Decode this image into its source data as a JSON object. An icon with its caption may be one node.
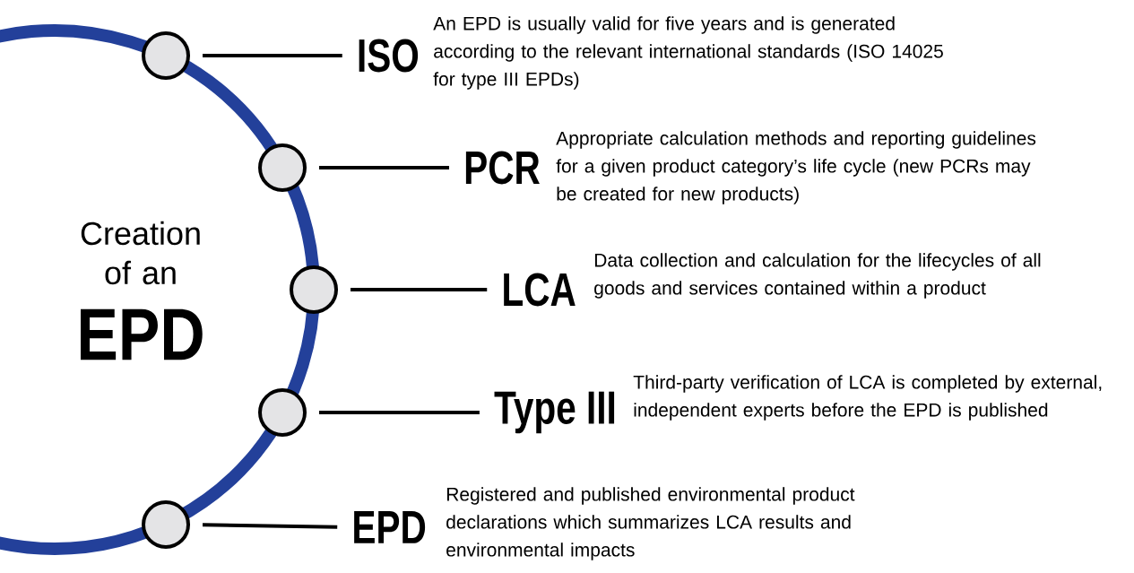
{
  "diagram": {
    "nodes": [
      {
        "text": [],
        "shape": "circle"
      },
      {
        "text": [],
        "shape": "circle"
      },
      {
        "text": [],
        "shape": "circle"
      },
      {
        "text": [],
        "shape": "circle"
      },
      {
        "text": [],
        "shape": "circle"
      },
      {
        "text": [
          "ISO"
        ],
        "beside": [
          "An EPD is usually valid for five years and is generated according to the relevant international standards (ISO 14025 for type III EPDs)"
        ]
      },
      {
        "text": [
          "PCR"
        ],
        "beside": [
          "Appropriate calculation methods and reporting guidelines for a given product category’s life cycle (new PCRs may be created for new products)"
        ]
      },
      {
        "text": [
          "LCA"
        ],
        "beside": [
          "Data collection and calculation for the lifecycles of all goods and services contained within a product"
        ]
      },
      {
        "text": [
          "Type III"
        ],
        "beside": [
          "Third-party verification of LCA is completed by external, independent experts before the EPD is published"
        ]
      },
      {
        "text": [
          "EPD"
        ],
        "beside": [
          "Registered and published environmental product declarations which summarizes LCA results and environmental impacts"
        ]
      }
    ],
    "edges": [
      {
        "from": 0,
        "to": 5,
        "arrow": "none"
      },
      {
        "from": 1,
        "to": 6,
        "arrow": "none"
      },
      {
        "from": 2,
        "to": 7,
        "arrow": "none"
      },
      {
        "from": 3,
        "to": 8,
        "arrow": "none"
      },
      {
        "from": 4,
        "to": 9,
        "arrow": "none"
      }
    ],
    "labels": [
      "Creation of an",
      "EPD"
    ]
  }
}
